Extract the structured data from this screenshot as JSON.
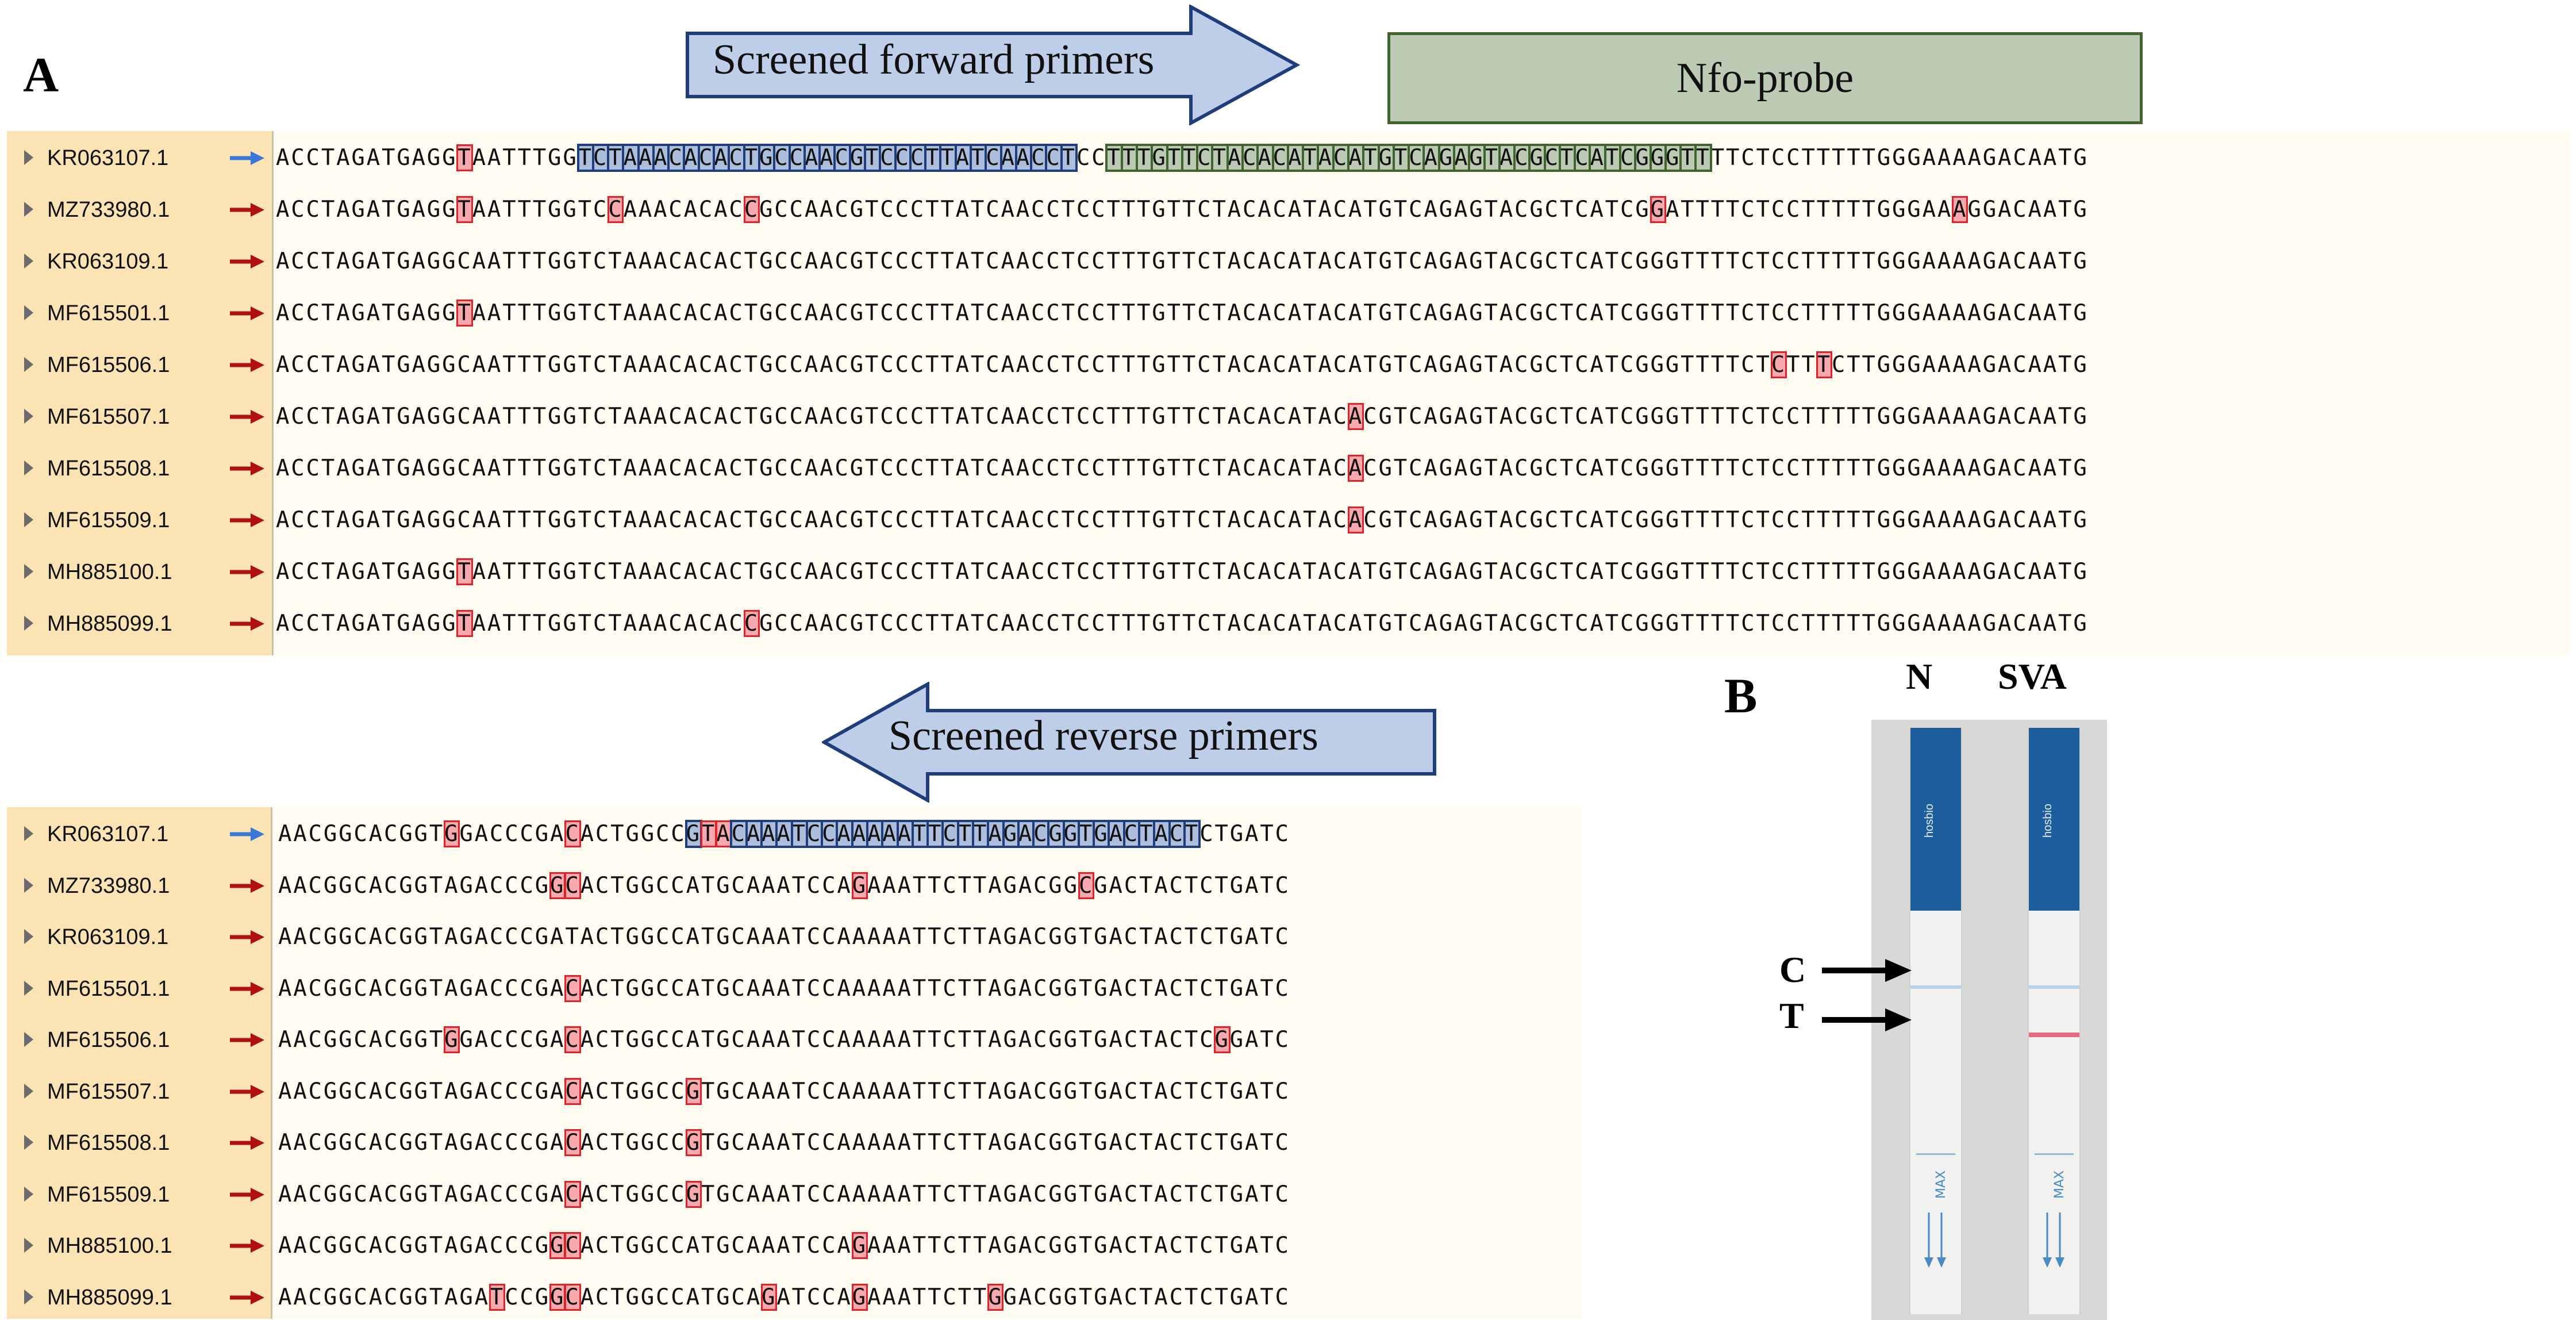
{
  "panel_a": {
    "letter": "A",
    "forward_label": "Screened forward primers",
    "probe_label": "Nfo-probe",
    "reverse_label": "Screened reverse primers",
    "colors": {
      "primer_fill": "#adbedd",
      "primer_border": "#1f3d7a",
      "probe_fill": "#bccab4",
      "probe_border": "#3e6430",
      "mismatch_fill": "#f7a9ad",
      "mismatch_border": "#e0232b",
      "reference_marker": "#3a78d8",
      "variant_marker": "#b01010"
    },
    "top_alignment": {
      "rows": [
        {
          "accession": "KR063107.1",
          "marker": "reference-arrow",
          "sequence": "ACCTAGATGAGGTAATTTGGTCTAAACACACTGCCAACGTCCCTTATCAACCTCCTTTGTTCTACACATACATGTCAGAGTACGCTCATCGGGTTTTCTCCTTTTTGGGAAAAGACAATG",
          "mismatches": [
            12
          ],
          "primer_range": [
            20,
            52
          ],
          "probe_range": [
            55,
            94
          ]
        },
        {
          "accession": "MZ733980.1",
          "marker": "variant-arrow",
          "sequence": "ACCTAGATGAGGTAATTTGGTCCAAACACACCGCCAACGTCCCTTATCAACCTCCTTTGTTCTACACATACATGTCAGAGTACGCTCATCGGATTTTCTCCTTTTTGGGAAAGGACAATG",
          "mismatches": [
            12,
            22,
            31,
            91,
            111
          ]
        },
        {
          "accession": "KR063109.1",
          "marker": "variant-arrow",
          "sequence": "ACCTAGATGAGGCAATTTGGTCTAAACACACTGCCAACGTCCCTTATCAACCTCCTTTGTTCTACACATACATGTCAGAGTACGCTCATCGGGTTTTCTCCTTTTTGGGAAAAGACAATG",
          "mismatches": []
        },
        {
          "accession": "MF615501.1",
          "marker": "variant-arrow",
          "sequence": "ACCTAGATGAGGTAATTTGGTCTAAACACACTGCCAACGTCCCTTATCAACCTCCTTTGTTCTACACATACATGTCAGAGTACGCTCATCGGGTTTTCTCCTTTTTGGGAAAAGACAATG",
          "mismatches": [
            12
          ]
        },
        {
          "accession": "MF615506.1",
          "marker": "variant-arrow",
          "sequence": "ACCTAGATGAGGCAATTTGGTCTAAACACACTGCCAACGTCCCTTATCAACCTCCTTTGTTCTACACATACATGTCAGAGTACGCTCATCGGGTTTTCTCTTTCTTGGGAAAAGACAATG",
          "mismatches": [
            99,
            102
          ]
        },
        {
          "accession": "MF615507.1",
          "marker": "variant-arrow",
          "sequence": "ACCTAGATGAGGCAATTTGGTCTAAACACACTGCCAACGTCCCTTATCAACCTCCTTTGTTCTACACATACACGTCAGAGTACGCTCATCGGGTTTTCTCCTTTTTGGGAAAAGACAATG",
          "mismatches": [
            71
          ]
        },
        {
          "accession": "MF615508.1",
          "marker": "variant-arrow",
          "sequence": "ACCTAGATGAGGCAATTTGGTCTAAACACACTGCCAACGTCCCTTATCAACCTCCTTTGTTCTACACATACACGTCAGAGTACGCTCATCGGGTTTTCTCCTTTTTGGGAAAAGACAATG",
          "mismatches": [
            71
          ]
        },
        {
          "accession": "MF615509.1",
          "marker": "variant-arrow",
          "sequence": "ACCTAGATGAGGCAATTTGGTCTAAACACACTGCCAACGTCCCTTATCAACCTCCTTTGTTCTACACATACACGTCAGAGTACGCTCATCGGGTTTTCTCCTTTTTGGGAAAAGACAATG",
          "mismatches": [
            71
          ]
        },
        {
          "accession": "MH885100.1",
          "marker": "variant-arrow",
          "sequence": "ACCTAGATGAGGTAATTTGGTCTAAACACACTGCCAACGTCCCTTATCAACCTCCTTTGTTCTACACATACATGTCAGAGTACGCTCATCGGGTTTTCTCCTTTTTGGGAAAAGACAATG",
          "mismatches": [
            12
          ]
        },
        {
          "accession": "MH885099.1",
          "marker": "variant-arrow",
          "sequence": "ACCTAGATGAGGTAATTTGGTCTAAACACACCGCCAACGTCCCTTATCAACCTCCTTTGTTCTACACATACATGTCAGAGTACGCTCATCGGGTTTTCTCCTTTTTGGGAAAAGACAATG",
          "mismatches": [
            12,
            31
          ]
        }
      ]
    },
    "bottom_alignment": {
      "rows": [
        {
          "accession": "KR063107.1",
          "marker": "reference-arrow",
          "sequence": "AACGGCACGGTGGACCCGACACTGGCCGTACAAATCCAAAAATTCTTAGACGGTGACTACTCTGATC",
          "mismatches": [
            11,
            19
          ],
          "primer_range": [
            27,
            60
          ],
          "primer_mismatches": [
            28,
            29
          ]
        },
        {
          "accession": "MZ733980.1",
          "marker": "variant-arrow",
          "sequence": "AACGGCACGGTAGACCCGGCACTGGCCATGCAAATCCAGAAATTCTTAGACGGCGACTACTCTGATC",
          "mismatches": [
            18,
            19,
            38,
            53
          ]
        },
        {
          "accession": "KR063109.1",
          "marker": "variant-arrow",
          "sequence": "AACGGCACGGTAGACCCGATACTGGCCATGCAAATCCAAAAATTCTTAGACGGTGACTACTCTGATC",
          "mismatches": []
        },
        {
          "accession": "MF615501.1",
          "marker": "variant-arrow",
          "sequence": "AACGGCACGGTAGACCCGACACTGGCCATGCAAATCCAAAAATTCTTAGACGGTGACTACTCTGATC",
          "mismatches": [
            19
          ]
        },
        {
          "accession": "MF615506.1",
          "marker": "variant-arrow",
          "sequence": "AACGGCACGGTGGACCCGACACTGGCCATGCAAATCCAAAAATTCTTAGACGGTGACTACTCGGATC",
          "mismatches": [
            11,
            19,
            62
          ]
        },
        {
          "accession": "MF615507.1",
          "marker": "variant-arrow",
          "sequence": "AACGGCACGGTAGACCCGACACTGGCCGTGCAAATCCAAAAATTCTTAGACGGTGACTACTCTGATC",
          "mismatches": [
            19,
            27
          ]
        },
        {
          "accession": "MF615508.1",
          "marker": "variant-arrow",
          "sequence": "AACGGCACGGTAGACCCGACACTGGCCGTGCAAATCCAAAAATTCTTAGACGGTGACTACTCTGATC",
          "mismatches": [
            19,
            27
          ]
        },
        {
          "accession": "MF615509.1",
          "marker": "variant-arrow",
          "sequence": "AACGGCACGGTAGACCCGACACTGGCCGTGCAAATCCAAAAATTCTTAGACGGTGACTACTCTGATC",
          "mismatches": [
            19,
            27
          ]
        },
        {
          "accession": "MH885100.1",
          "marker": "variant-arrow",
          "sequence": "AACGGCACGGTAGACCCGGCACTGGCCATGCAAATCCAGAAATTCTTAGACGGTGACTACTCTGATC",
          "mismatches": [
            18,
            19,
            38
          ]
        },
        {
          "accession": "MH885099.1",
          "marker": "variant-arrow",
          "sequence": "AACGGCACGGTAGATCCGGCACTGGCCATGCAGATCCAGAAATTCTTGGACGGTGACTACTCTGATC",
          "mismatches": [
            14,
            18,
            19,
            32,
            38,
            47
          ]
        }
      ]
    }
  },
  "panel_b": {
    "letter": "B",
    "strip_labels": [
      "N",
      "SVA"
    ],
    "line_labels": [
      "C",
      "T"
    ],
    "brand": "hosbio",
    "colors": {
      "cap": "#1c5d9e",
      "control_line": "#b7d2ea",
      "test_line": "#e66b7e"
    },
    "test_line_visible": [
      false,
      true
    ]
  }
}
